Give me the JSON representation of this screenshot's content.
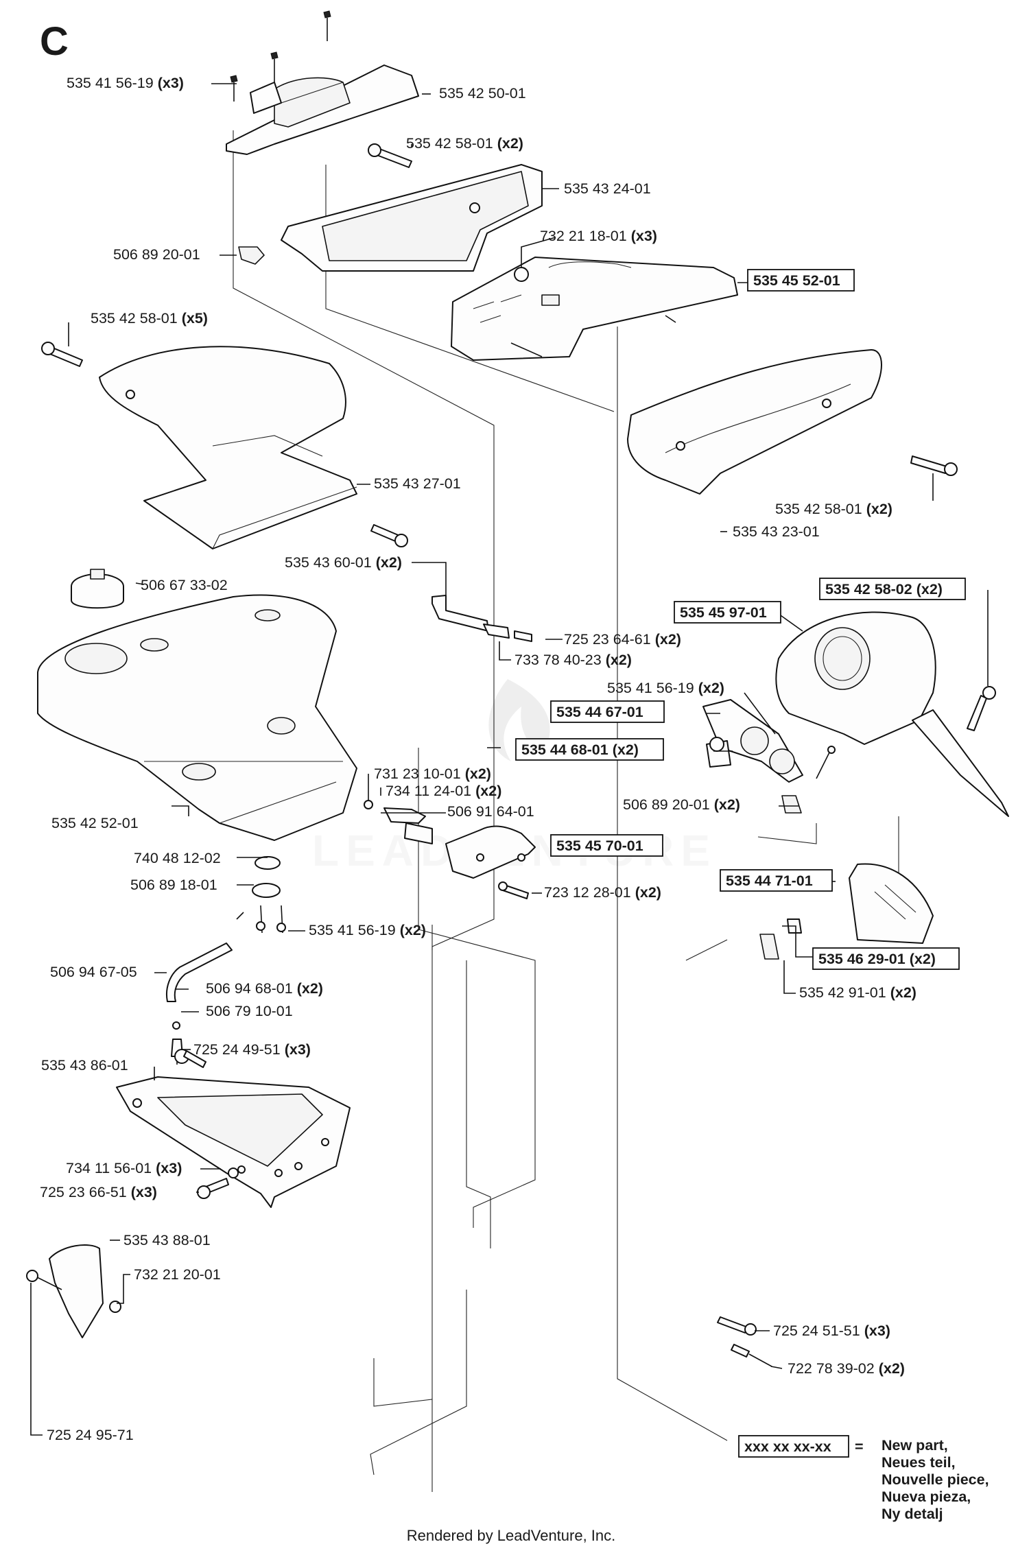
{
  "section_letter": "C",
  "watermark": "LEADVENTURE",
  "footer": "Rendered by LeadVenture, Inc.",
  "legend": {
    "sample": "xxx xx xx-xx",
    "equals": "=",
    "lines": [
      "New part,",
      "Neues teil,",
      "Nouvelle piece,",
      "Nueva pieza,",
      "Ny detalj"
    ]
  },
  "callouts": [
    {
      "part": "535 41 56-19",
      "qty": "(x3)",
      "new": false
    },
    {
      "part": "535 42 50-01",
      "qty": "",
      "new": false
    },
    {
      "part": "535 42 58-01",
      "qty": "(x2)",
      "new": false
    },
    {
      "part": "535 43 24-01",
      "qty": "",
      "new": false
    },
    {
      "part": "506 89 20-01",
      "qty": "",
      "new": false
    },
    {
      "part": "732 21 18-01",
      "qty": "(x3)",
      "new": false
    },
    {
      "part": "535 45 52-01",
      "qty": "",
      "new": true
    },
    {
      "part": "535 42 58-01",
      "qty": "(x5)",
      "new": false
    },
    {
      "part": "535 43 27-01",
      "qty": "",
      "new": false
    },
    {
      "part": "535 42 58-01",
      "qty": "(x2)",
      "new": false
    },
    {
      "part": "535 43 23-01",
      "qty": "",
      "new": false
    },
    {
      "part": "535 43 60-01",
      "qty": "(x2)",
      "new": false
    },
    {
      "part": "506 67 33-02",
      "qty": "",
      "new": false
    },
    {
      "part": "535 42 58-02",
      "qty": "(x2)",
      "new": true
    },
    {
      "part": "535 45 97-01",
      "qty": "",
      "new": true
    },
    {
      "part": "725 23 64-61",
      "qty": "(x2)",
      "new": false
    },
    {
      "part": "733 78 40-23",
      "qty": "(x2)",
      "new": false
    },
    {
      "part": "535 41 56-19",
      "qty": "(x2)",
      "new": false
    },
    {
      "part": "535 44 67-01",
      "qty": "",
      "new": true
    },
    {
      "part": "535 44 68-01",
      "qty": "(x2)",
      "new": true
    },
    {
      "part": "731 23 10-01",
      "qty": "(x2)",
      "new": false
    },
    {
      "part": "734 11 24-01",
      "qty": "(x2)",
      "new": false
    },
    {
      "part": "506 91 64-01",
      "qty": "",
      "new": false
    },
    {
      "part": "506 89 20-01",
      "qty": "(x2)",
      "new": false
    },
    {
      "part": "535 42 52-01",
      "qty": "",
      "new": false
    },
    {
      "part": "535 45 70-01",
      "qty": "",
      "new": true
    },
    {
      "part": "740 48 12-02",
      "qty": "",
      "new": false
    },
    {
      "part": "506 89 18-01",
      "qty": "",
      "new": false
    },
    {
      "part": "723 12 28-01",
      "qty": "(x2)",
      "new": false
    },
    {
      "part": "535 44 71-01",
      "qty": "",
      "new": true
    },
    {
      "part": "535 41 56-19",
      "qty": "(x2)",
      "new": false
    },
    {
      "part": "506 94 67-05",
      "qty": "",
      "new": false
    },
    {
      "part": "535 46 29-01",
      "qty": "(x2)",
      "new": true
    },
    {
      "part": "506 94 68-01",
      "qty": "(x2)",
      "new": false
    },
    {
      "part": "506 79 10-01",
      "qty": "",
      "new": false
    },
    {
      "part": "535 42 91-01",
      "qty": "(x2)",
      "new": false
    },
    {
      "part": "535 43 86-01",
      "qty": "",
      "new": false
    },
    {
      "part": "725 24 49-51",
      "qty": "(x3)",
      "new": false
    },
    {
      "part": "734 11 56-01",
      "qty": "(x3)",
      "new": false
    },
    {
      "part": "725 23 66-51",
      "qty": "(x3)",
      "new": false
    },
    {
      "part": "535 43 88-01",
      "qty": "",
      "new": false
    },
    {
      "part": "732 21 20-01",
      "qty": "",
      "new": false
    },
    {
      "part": "725 24 51-51",
      "qty": "(x3)",
      "new": false
    },
    {
      "part": "722 78 39-02",
      "qty": "(x2)",
      "new": false
    },
    {
      "part": "725 24 95-71",
      "qty": "",
      "new": false
    }
  ]
}
